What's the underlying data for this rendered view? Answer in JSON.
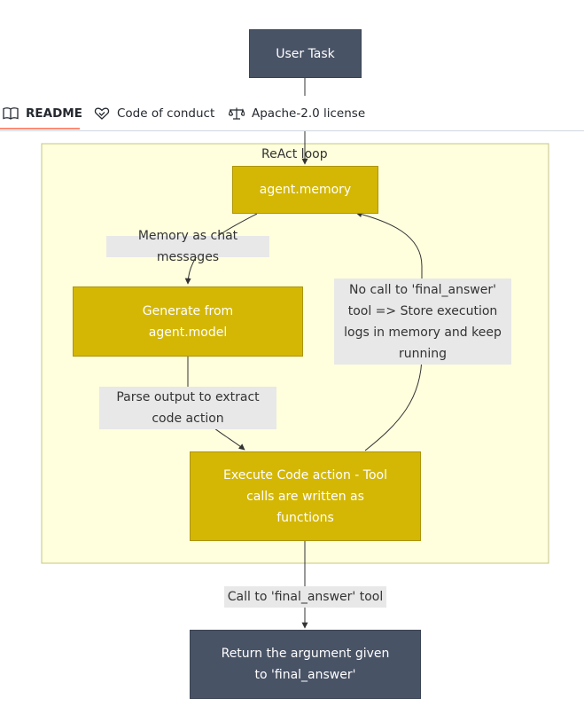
{
  "colors": {
    "dark_node": "#495366",
    "gold_node": "#d4b704",
    "cluster_fill": "#ffffde",
    "cluster_border": "#c5c585",
    "edge_label_bg": "#e8e8e8",
    "tab_active_underline": "#fd8c73"
  },
  "tabs": [
    {
      "label": "README",
      "icon": "book-icon",
      "active": true
    },
    {
      "label": "Code of conduct",
      "icon": "heart-handshake-icon",
      "active": false
    },
    {
      "label": "Apache-2.0 license",
      "icon": "scale-icon",
      "active": false
    }
  ],
  "diagram": {
    "cluster_title": "ReAct loop",
    "nodes": {
      "user_task": "User Task",
      "memory": "agent.memory",
      "generate": [
        "Generate from",
        "agent.model"
      ],
      "execute": [
        "Execute Code action - Tool",
        "calls are written as",
        "functions"
      ],
      "result": [
        "Return the argument given",
        "to 'final_answer'"
      ]
    },
    "edges": {
      "memory_to_generate": "Memory as chat messages",
      "generate_to_execute": [
        "Parse output to extract",
        "code action"
      ],
      "execute_to_memory": [
        "No call to 'final_answer'",
        "tool => Store execution",
        "logs in memory and keep",
        "running"
      ],
      "execute_to_result": "Call to 'final_answer' tool"
    }
  }
}
